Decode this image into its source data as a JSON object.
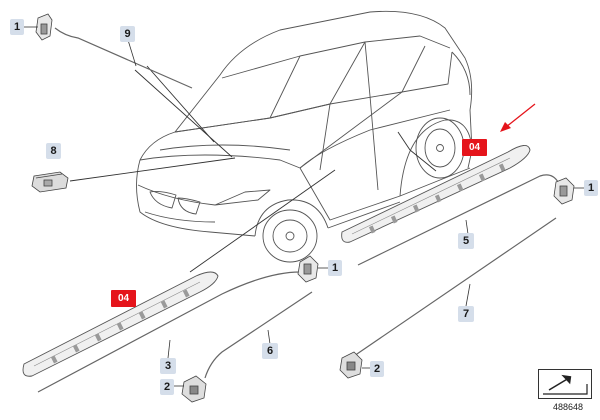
{
  "callouts": {
    "c1_top": "1",
    "c9": "9",
    "c8": "8",
    "c04_right": "04",
    "c1_right": "1",
    "c5": "5",
    "c1_mid": "1",
    "c04_left": "04",
    "c6": "6",
    "c7": "7",
    "c3": "3",
    "c2_left": "2",
    "c2_right": "2"
  },
  "diagram_number": "488648",
  "colors": {
    "callout_bg": "#d5deea",
    "highlight_red": "#e5141b",
    "line": "#4a4a4a"
  },
  "icons": {
    "nav": "arrow-to-panel-icon"
  }
}
